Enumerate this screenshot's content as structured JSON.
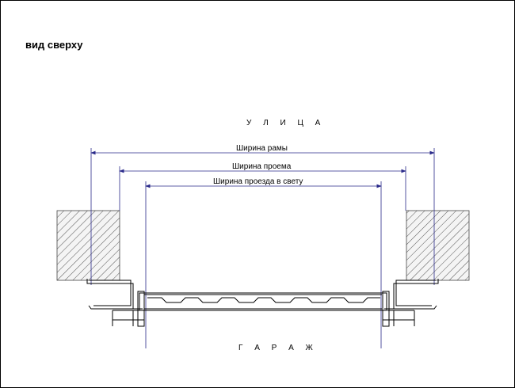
{
  "view_title": "вид сверху",
  "top_label": "У Л И Ц А",
  "bottom_label": "Г А Р А Ж",
  "dimensions": {
    "frame_width": "Ширина рамы",
    "opening_width": "Ширина проема",
    "clear_width": "Ширина проезда в свету"
  },
  "colors": {
    "dimension_line": "#2a2a8a",
    "outline": "#000000",
    "hatch": "#555555"
  }
}
